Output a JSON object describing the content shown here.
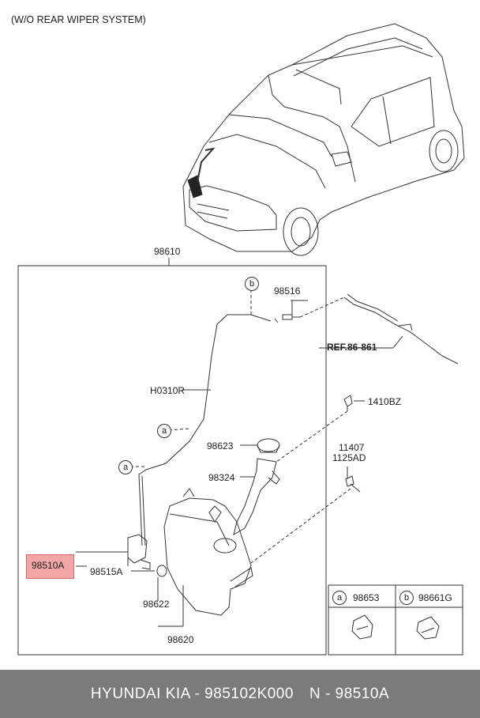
{
  "header_note": "(W/O REAR WIPER SYSTEM)",
  "labels": {
    "assy": "98610",
    "p98516": "98516",
    "ref": "REF.86-861",
    "hose": "H0310R",
    "bolt_top": "1410BZ",
    "cap": "98623",
    "bolt_a": "11407",
    "bolt_b": "1125AD",
    "filler": "98324",
    "pump": "98510A",
    "grommet": "98515A",
    "seal": "98622",
    "tank": "98620",
    "legend_a_part": "98653",
    "legend_b_part": "98661G"
  },
  "callouts": {
    "a": "a",
    "b": "b"
  },
  "footer": {
    "brand": "HYUNDAI  KIA - 985102K000",
    "alt": "N - 98510A"
  },
  "colors": {
    "highlight": "#f2a6a6",
    "footer_bg": "#7b7b7b"
  }
}
